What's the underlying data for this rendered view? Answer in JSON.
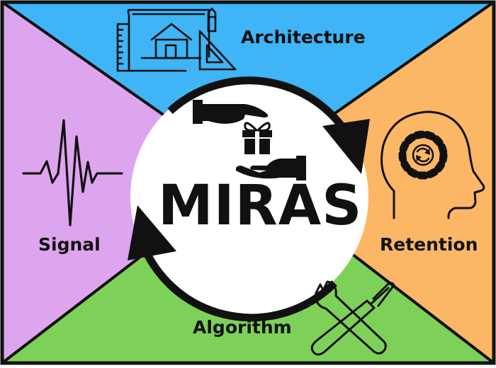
{
  "diagram": {
    "center_title": "MIRAS",
    "quadrants": [
      {
        "id": "top",
        "label": "Architecture",
        "color": "#3fb4f6",
        "icon": "blueprint-house-icon"
      },
      {
        "id": "left",
        "label": "Signal",
        "color": "#dea5ef",
        "icon": "heartbeat-pulse-icon"
      },
      {
        "id": "right",
        "label": "Retention",
        "color": "#fbb765",
        "icon": "head-gear-icon"
      },
      {
        "id": "bottom",
        "label": "Algorithm",
        "color": "#7ed158",
        "icon": "wrench-screwdriver-icon"
      }
    ],
    "center_icon": "hands-gift-icon",
    "cycle_arrows": "clockwise-arrows",
    "outline_color": "#111111",
    "center_fill": "#ffffff"
  }
}
